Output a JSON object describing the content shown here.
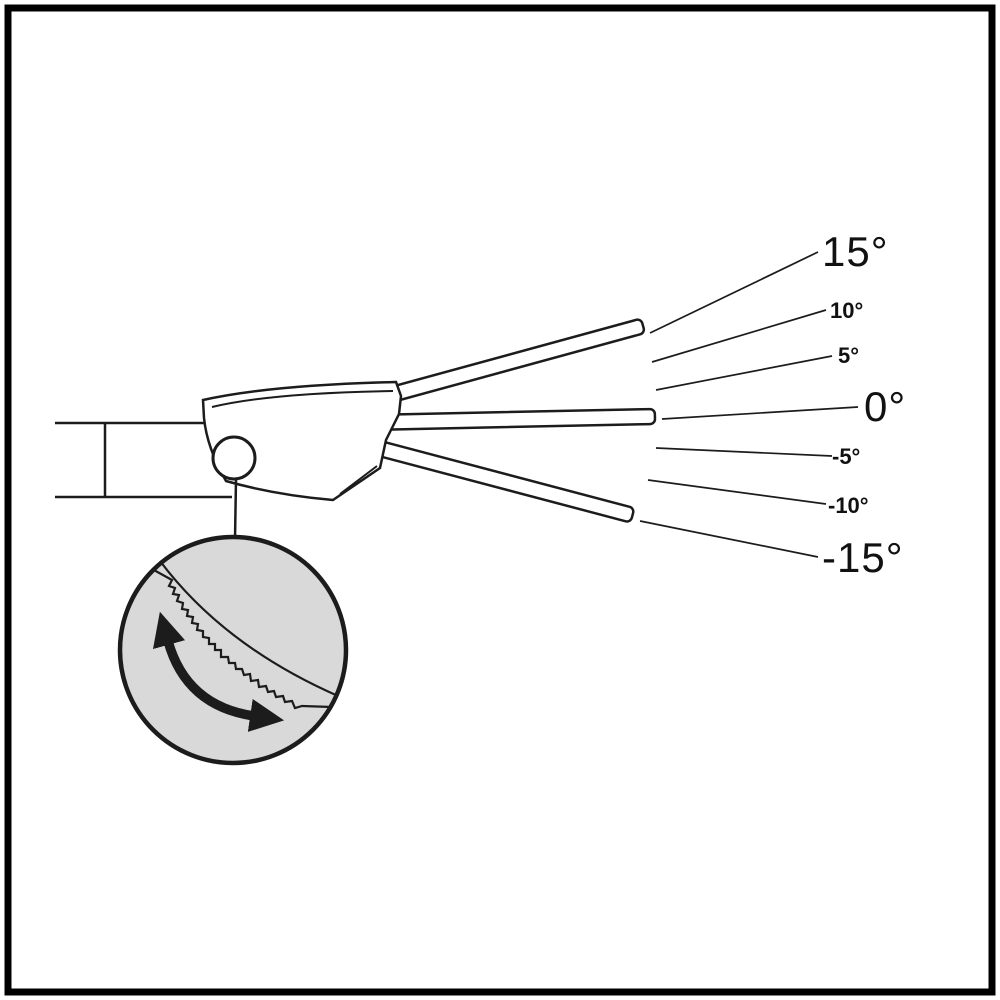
{
  "diagram": {
    "subject": "adjustable-tilt-bracket-angle-positions",
    "angle_labels": [
      {
        "text": "15°",
        "emphasis": "large"
      },
      {
        "text": "10°",
        "emphasis": "small"
      },
      {
        "text": "5°",
        "emphasis": "small"
      },
      {
        "text": "0°",
        "emphasis": "large"
      },
      {
        "text": "-5°",
        "emphasis": "small"
      },
      {
        "text": "-10°",
        "emphasis": "small"
      },
      {
        "text": "-15°",
        "emphasis": "large"
      }
    ],
    "colors": {
      "line": "#1c1c1c",
      "frame": "#000000",
      "detail_fill": "#d9d9d9",
      "background": "#ffffff"
    }
  }
}
